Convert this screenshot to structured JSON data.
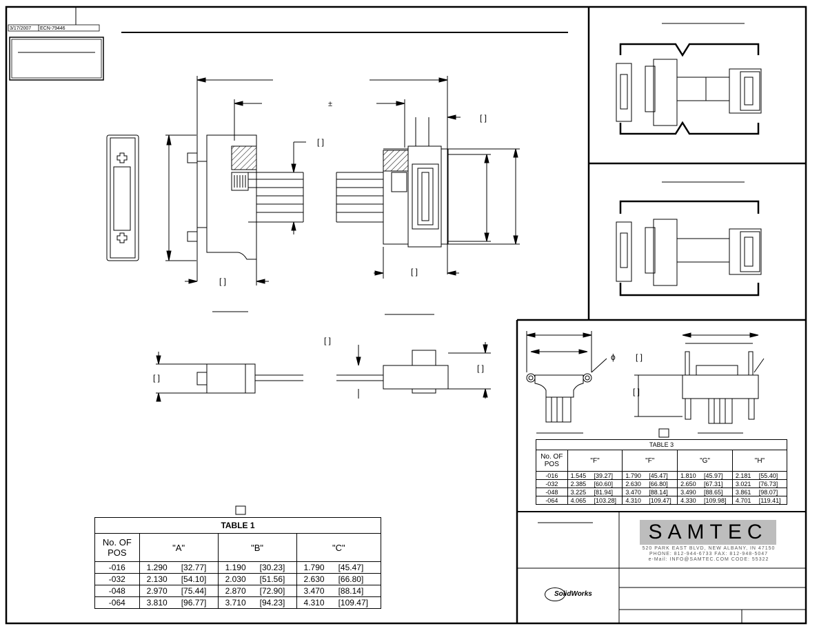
{
  "header": {
    "rev_date": "3/17/2007",
    "rev_ecn": "ECN-79446"
  },
  "main_view": {
    "tolerance_symbol": "±",
    "bracket_pair": "[    ]"
  },
  "table1": {
    "title": "TABLE 1",
    "headers": [
      "No. OF\nPOS",
      "\"A\"",
      "\"B\"",
      "\"C\""
    ],
    "rows": [
      [
        "-016",
        "1.290",
        "[32.77]",
        "1.190",
        "[30.23]",
        "1.790",
        "[45.47]"
      ],
      [
        "-032",
        "2.130",
        "[54.10]",
        "2.030",
        "[51.56]",
        "2.630",
        "[66.80]"
      ],
      [
        "-048",
        "2.970",
        "[75.44]",
        "2.870",
        "[72.90]",
        "3.470",
        "[88.14]"
      ],
      [
        "-064",
        "3.810",
        "[96.77]",
        "3.710",
        "[94.23]",
        "4.310",
        "[109.47]"
      ]
    ]
  },
  "table3": {
    "title": "TABLE 3",
    "headers": [
      "No. OF\nPOS",
      "\"F\"",
      "\"F\"",
      "\"G\"",
      "\"H\""
    ],
    "rows": [
      [
        "-016",
        "1.545",
        "[39.27]",
        "1.790",
        "[45.47]",
        "1.810",
        "[45.97]",
        "2.181",
        "[55.40]"
      ],
      [
        "-032",
        "2.385",
        "[60.60]",
        "2.630",
        "[66.80]",
        "2.650",
        "[67.31]",
        "3.021",
        "[76.73]"
      ],
      [
        "-048",
        "3.225",
        "[81.94]",
        "3.470",
        "[88.14]",
        "3.490",
        "[88.65]",
        "3.861",
        "[98.07]"
      ],
      [
        "-064",
        "4.065",
        "[103.28]",
        "4.310",
        "[109.47]",
        "4.330",
        "[109.98]",
        "4.701",
        "[119.41]"
      ]
    ]
  },
  "detail_right": {
    "phi_symbol": "ϕ"
  },
  "title_block": {
    "logo": "SAMTEC",
    "address_lines": [
      "520 PARK EAST BLVD, NEW ALBANY, IN 47150",
      "PHONE: 812-944-6733   FAX: 812-948-5047",
      "e-Mail: INFO@SAMTEC.COM   CODE: 55322"
    ],
    "solidworks_label": "SolidWorks"
  }
}
